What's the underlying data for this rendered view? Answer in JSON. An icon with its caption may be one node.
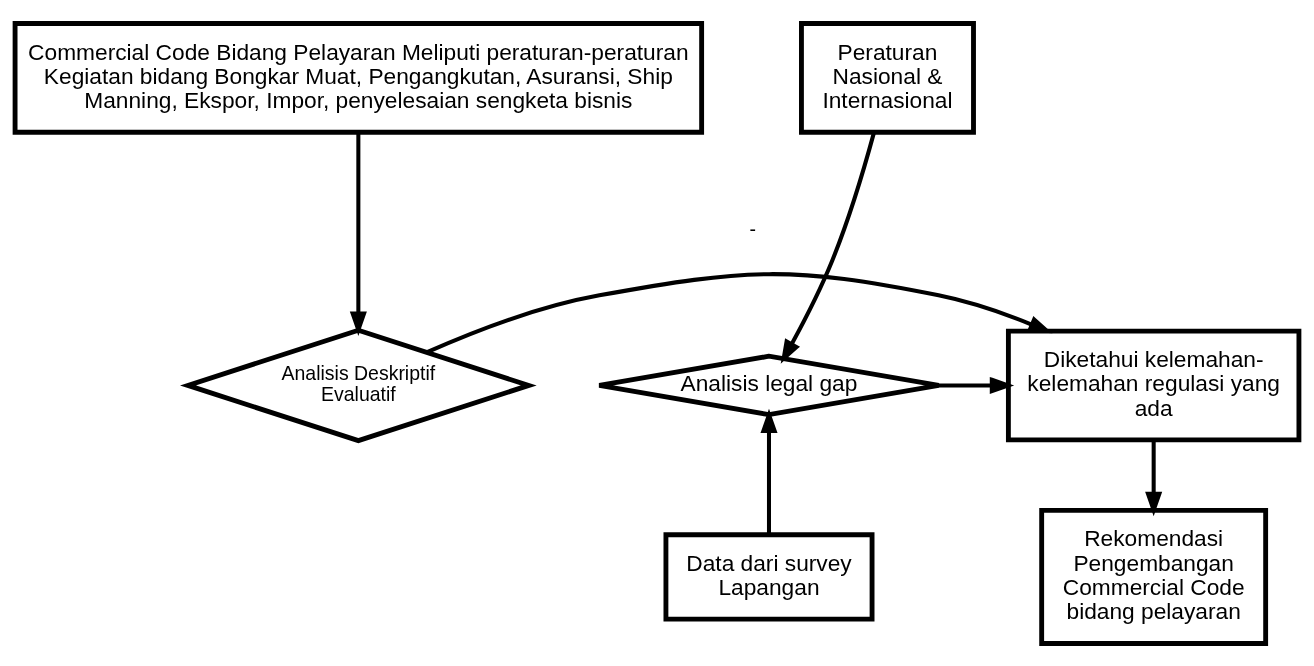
{
  "diagram": {
    "nodes": [
      {
        "text": [
          "Commercial Code Bidang Pelayaran Meliputi peraturan-peraturan Kegiatan bidang Bongkar Muat, Pengangkutan, Asuransi, Ship Manning, Ekspor, Impor, penyelesaian sengketa bisnis"
        ]
      },
      {
        "text": [
          "Peraturan Nasional & Internasional"
        ]
      },
      {
        "text": [
          "Analisis Deskriptif Evaluatif"
        ]
      },
      {
        "text": [
          "Diketahui kelemahan-kelemahan regulasi yang ada"
        ]
      },
      {
        "text": [
          "Analisis legal gap"
        ]
      },
      {
        "text": [
          "Rekomendasi Pengembangan Commercial Code bidang pelayaran"
        ]
      },
      {
        "text": [
          "Data dari survey Lapangan"
        ]
      }
    ],
    "edges": [
      {
        "from": 0,
        "to": 2,
        "arrow": "to"
      },
      {
        "from": 1,
        "to": 4,
        "arrow": "to"
      },
      {
        "from": 2,
        "to": 3,
        "arrow": "to"
      },
      {
        "from": 4,
        "to": 3,
        "arrow": "to"
      },
      {
        "from": 3,
        "to": 5,
        "arrow": "to"
      },
      {
        "from": 6,
        "to": 4,
        "arrow": "to"
      }
    ],
    "labels": [
      "-"
    ]
  }
}
